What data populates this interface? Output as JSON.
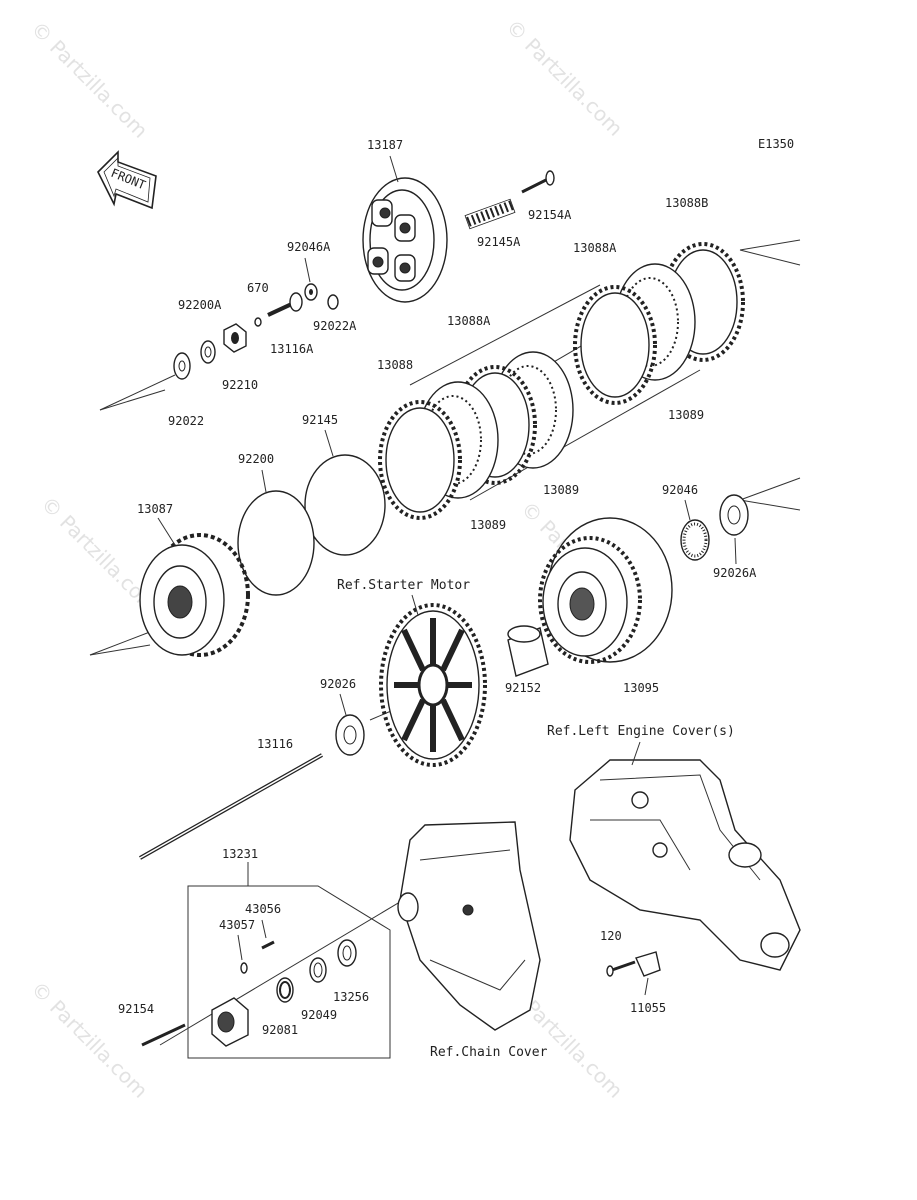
{
  "diagram_code": "E1350",
  "front_label": "FRONT",
  "watermark": "© Partzilla.com",
  "parts": {
    "p13187": "13187",
    "p92154A": "92154A",
    "p92145A": "92145A",
    "p92046A": "92046A",
    "p670": "670",
    "p92022A": "92022A",
    "p13116A": "13116A",
    "p92200A": "92200A",
    "p92210": "92210",
    "p92022": "92022",
    "p13088B": "13088B",
    "p13088A_1": "13088A",
    "p13088A_2": "13088A",
    "p13088": "13088",
    "p13089_1": "13089",
    "p13089_2": "13089",
    "p13089_3": "13089",
    "p92145": "92145",
    "p92200": "92200",
    "p13087": "13087",
    "p92046": "92046",
    "p92026A": "92026A",
    "p92152": "92152",
    "p13095": "13095",
    "p92026": "92026",
    "p13116": "13116",
    "p13231": "13231",
    "p43056": "43056",
    "p43057": "43057",
    "p92154": "92154",
    "p92081": "92081",
    "p92049": "92049",
    "p13256": "13256",
    "p120": "120",
    "p11055": "11055"
  },
  "refs": {
    "starter_motor": "Ref.Starter Motor",
    "left_engine_cover": "Ref.Left Engine Cover(s)",
    "chain_cover": "Ref.Chain Cover"
  }
}
